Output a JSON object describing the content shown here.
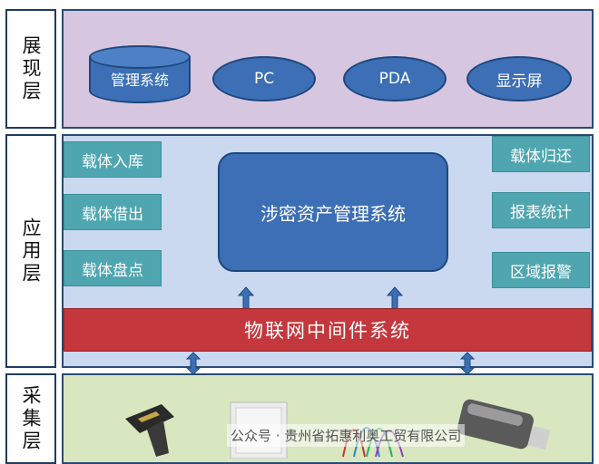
{
  "layers": {
    "presentation": "展现层",
    "application": "应用层",
    "collection": "采集层"
  },
  "presentation": {
    "items": [
      "管理系统",
      "PC",
      "PDA",
      "显示屏"
    ]
  },
  "application": {
    "left_buttons": [
      "载体入库",
      "载体借出",
      "载体盘点"
    ],
    "right_buttons": [
      "载体归还",
      "报表统计",
      "区域报警"
    ],
    "center": "涉密资产管理系统"
  },
  "middleware": "物联网中间件系统",
  "collection": {
    "devices": [
      "handheld-reader-icon",
      "rfid-panel-antenna-icon",
      "rfid-tag-antenna-icon",
      "usb-drive-icon"
    ]
  },
  "watermark": "公众号 · 贵州省拓惠利奥工贸有限公司",
  "colors": {
    "presentation_band": "#d7c6df",
    "application_band": "#cad9ef",
    "collection_band": "#d8e7bf",
    "node_blue": "#3c6fb5",
    "button_teal": "#4fa6b0",
    "middleware_red": "#c4373c"
  }
}
